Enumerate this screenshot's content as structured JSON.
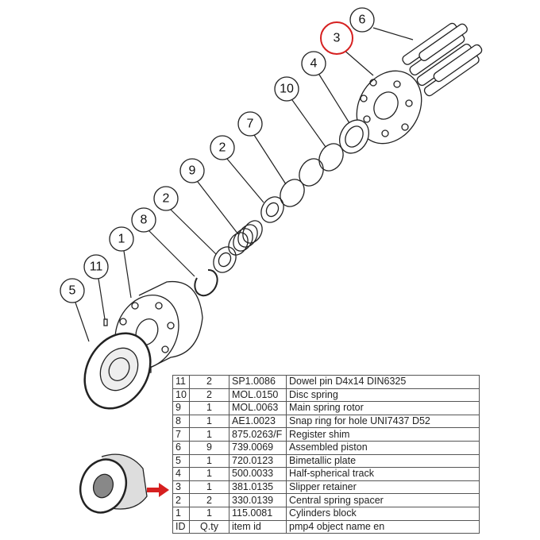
{
  "callouts": [
    "6",
    "3",
    "4",
    "10",
    "7",
    "2",
    "9",
    "2",
    "8",
    "1",
    "11",
    "5"
  ],
  "highlight_color": "#d62020",
  "parts_table": {
    "header": {
      "id": "ID",
      "qty": "Q.ty",
      "item_id": "item id",
      "name": "pmp4 object name en"
    },
    "rows": [
      {
        "id": "11",
        "qty": "2",
        "item_id": "SP1.0086",
        "name": "Dowel pin D4x14 DIN6325"
      },
      {
        "id": "10",
        "qty": "2",
        "item_id": "MOL.0150",
        "name": "Disc spring"
      },
      {
        "id": "9",
        "qty": "1",
        "item_id": "MOL.0063",
        "name": "Main spring rotor"
      },
      {
        "id": "8",
        "qty": "1",
        "item_id": "AE1.0023",
        "name": "Snap ring for hole UNI7437 D52"
      },
      {
        "id": "7",
        "qty": "1",
        "item_id": "875.0263/F",
        "name": "Register shim"
      },
      {
        "id": "6",
        "qty": "9",
        "item_id": "739.0069",
        "name": "Assembled piston"
      },
      {
        "id": "5",
        "qty": "1",
        "item_id": "720.0123",
        "name": "Bimetallic plate"
      },
      {
        "id": "4",
        "qty": "1",
        "item_id": "500.0033",
        "name": "Half-spherical track"
      },
      {
        "id": "3",
        "qty": "1",
        "item_id": "381.0135",
        "name": "Slipper retainer"
      },
      {
        "id": "2",
        "qty": "2",
        "item_id": "330.0139",
        "name": "Central spring spacer"
      },
      {
        "id": "1",
        "qty": "1",
        "item_id": "115.0081",
        "name": "Cylinders block"
      }
    ]
  }
}
